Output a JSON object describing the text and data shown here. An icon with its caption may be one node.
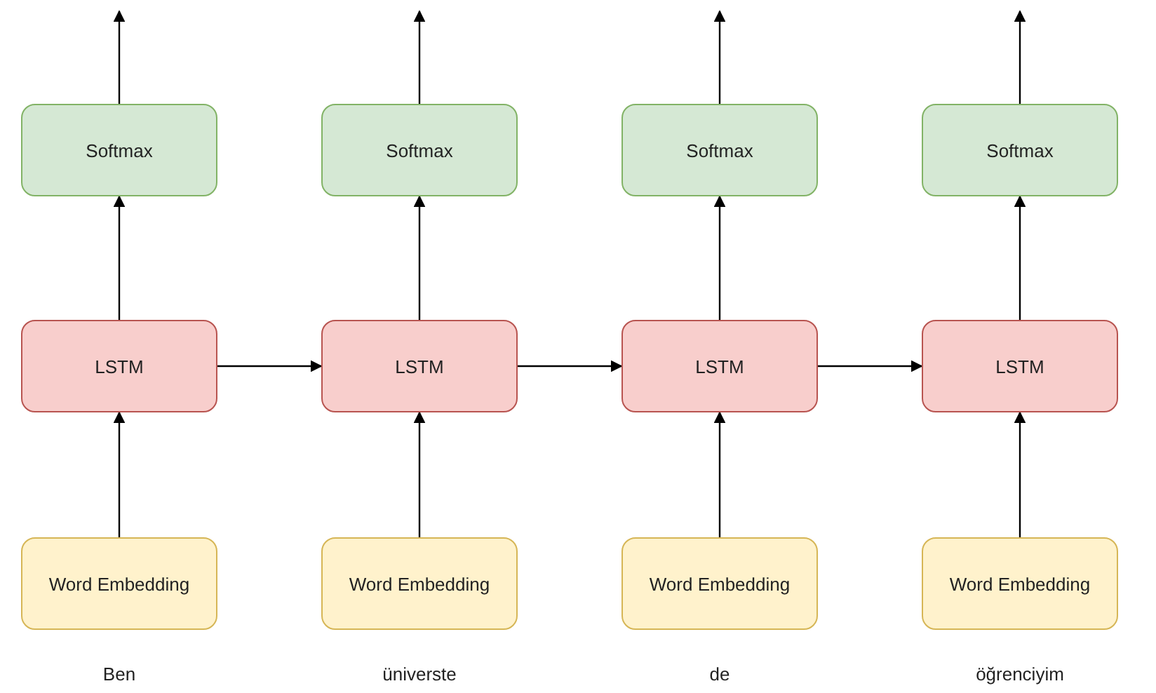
{
  "diagram": {
    "nodes": [
      {
        "text": [
          "Softmax"
        ]
      },
      {
        "text": [
          "Softmax"
        ]
      },
      {
        "text": [
          "Softmax"
        ]
      },
      {
        "text": [
          "Softmax"
        ]
      },
      {
        "text": [
          "LSTM"
        ]
      },
      {
        "text": [
          "LSTM"
        ]
      },
      {
        "text": [
          "LSTM"
        ]
      },
      {
        "text": [
          "LSTM"
        ]
      },
      {
        "text": [
          "Word Embedding"
        ],
        "beside": [
          "Ben"
        ]
      },
      {
        "text": [
          "Word Embedding"
        ],
        "beside": [
          "üniverste"
        ]
      },
      {
        "text": [
          "Word Embedding"
        ],
        "beside": [
          "de"
        ]
      },
      {
        "text": [
          "Word Embedding"
        ],
        "beside": [
          "öğrenciyim"
        ]
      }
    ],
    "edges": [
      {
        "from": 8,
        "to": 4,
        "arrow": "to"
      },
      {
        "from": 4,
        "to": 0,
        "arrow": "to"
      },
      {
        "from": 0,
        "to": null,
        "arrow": "to"
      },
      {
        "from": 9,
        "to": 5,
        "arrow": "to"
      },
      {
        "from": 5,
        "to": 1,
        "arrow": "to"
      },
      {
        "from": 1,
        "to": null,
        "arrow": "to"
      },
      {
        "from": 10,
        "to": 6,
        "arrow": "to"
      },
      {
        "from": 6,
        "to": 2,
        "arrow": "to"
      },
      {
        "from": 2,
        "to": null,
        "arrow": "to"
      },
      {
        "from": 11,
        "to": 7,
        "arrow": "to"
      },
      {
        "from": 7,
        "to": 3,
        "arrow": "to"
      },
      {
        "from": 3,
        "to": null,
        "arrow": "to"
      },
      {
        "from": 4,
        "to": 5,
        "arrow": "to"
      },
      {
        "from": 5,
        "to": 6,
        "arrow": "to"
      },
      {
        "from": 6,
        "to": 7,
        "arrow": "to"
      }
    ]
  }
}
